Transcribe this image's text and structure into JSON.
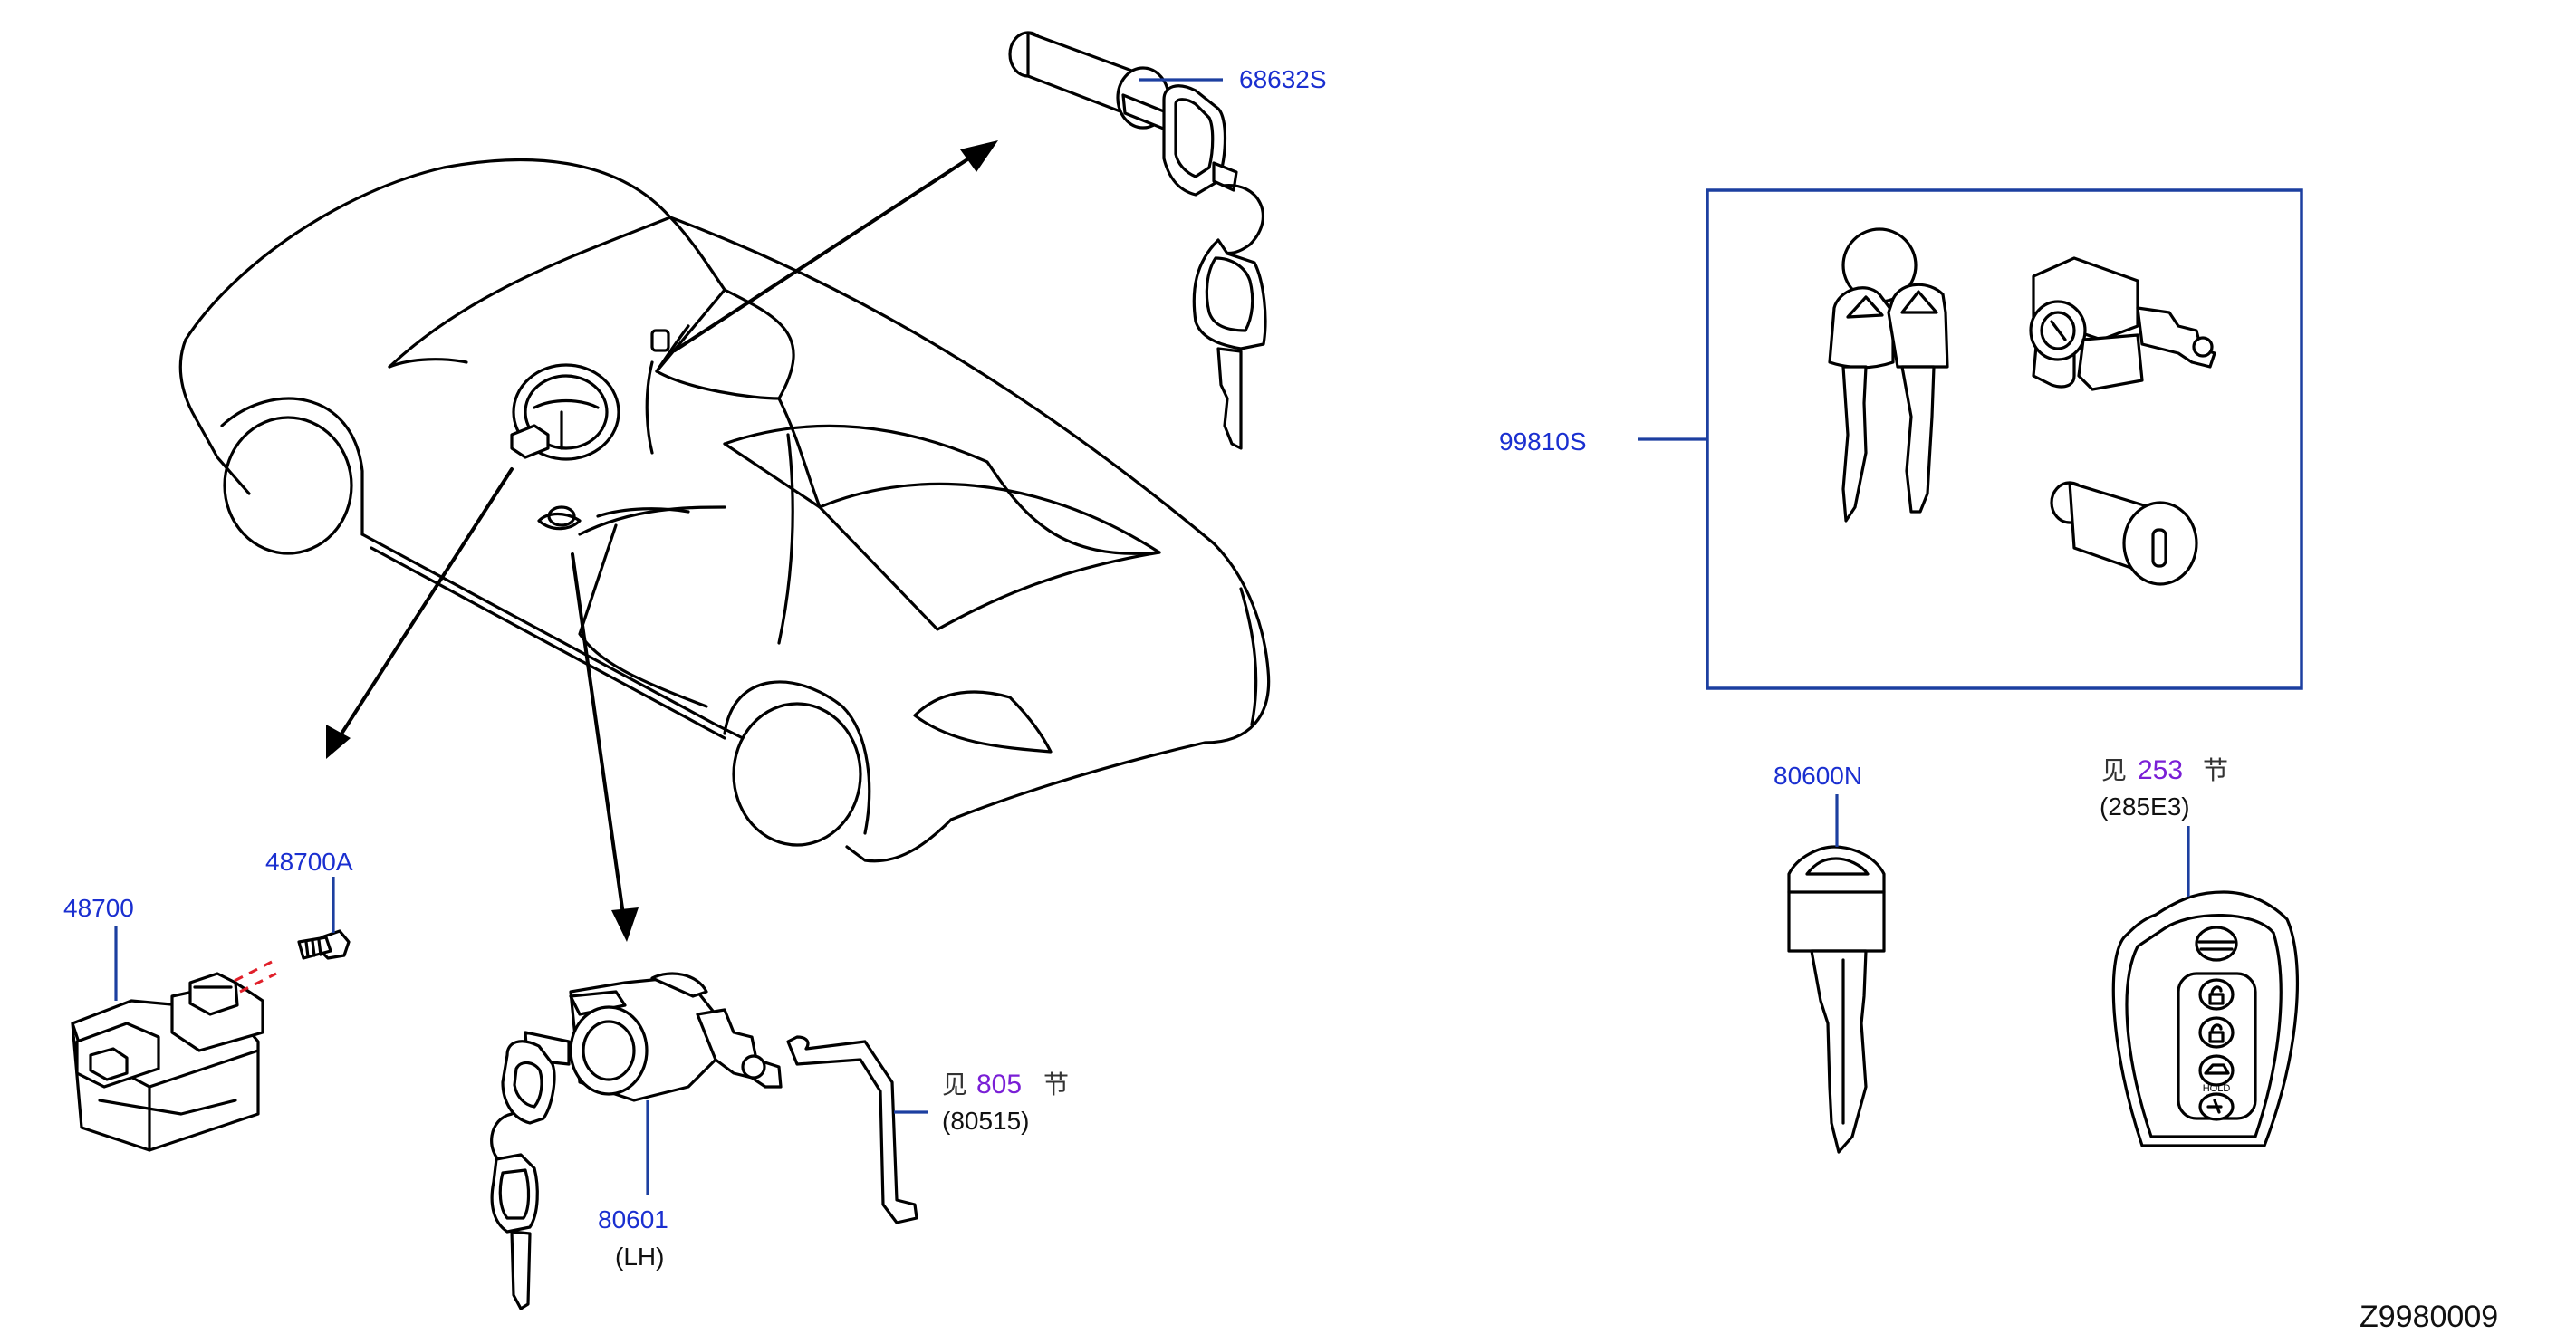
{
  "parts": {
    "p68632S": "68632S",
    "p99810S": "99810S",
    "p48700": "48700",
    "p48700A": "48700A",
    "p80601": "80601",
    "p80601_note": "(LH)",
    "p80600N": "80600N",
    "ref805": {
      "prefix": "见",
      "number": "805",
      "suffix": "节",
      "note": "(80515)"
    },
    "ref253": {
      "prefix": "见",
      "number": "253",
      "suffix": "节",
      "note": "(285E3)"
    }
  },
  "fob_button_text": "HOLD",
  "diagram_code": "Z9980009",
  "colors": {
    "label_blue": "#1a2fd0",
    "leader_blue": "#1c3fa0",
    "ref_purple": "#7a1fd6",
    "dashed_red": "#e0202a"
  }
}
